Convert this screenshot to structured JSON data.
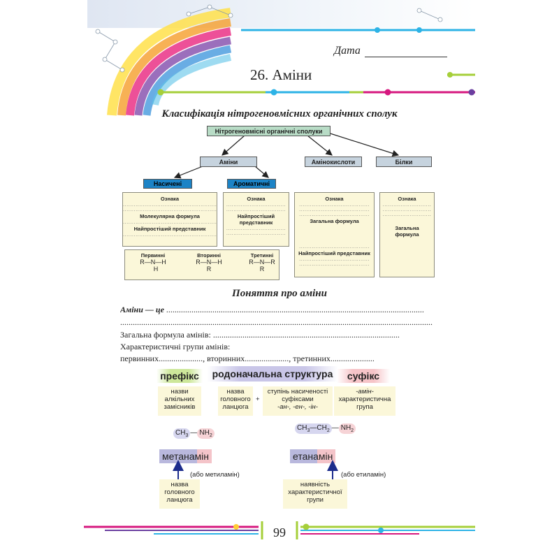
{
  "header": {
    "date_label": "Дата",
    "title": "26. Аміни"
  },
  "classification": {
    "heading": "Класифікація нітрогеновмісних органічних сполук",
    "root": "Нітрогеновмісні органічні сполуки",
    "level1": [
      "Аміни",
      "Амінокислоти",
      "Білки"
    ],
    "level2": [
      "Насичені",
      "Ароматичні"
    ],
    "cards": {
      "saturated": [
        "Ознака",
        "Молекулярна формула",
        "Найпростіший представник"
      ],
      "aromatic": [
        "Ознака",
        "Найпростіший",
        "представник"
      ],
      "aminoacids": [
        "Ознака",
        "Загальна формула",
        "Найпростіший представник"
      ],
      "proteins": [
        "Ознака",
        "Загальна",
        "формула"
      ]
    },
    "amine_types": {
      "primary": {
        "name": "Первинні",
        "top": "R—N—H",
        "bottom": "H"
      },
      "secondary": {
        "name": "Вторинні",
        "top": "R—N—H",
        "bottom": "R"
      },
      "tertiary": {
        "name": "Третинні",
        "top": "R—N—R",
        "bottom": "R"
      }
    }
  },
  "concept": {
    "heading": "Поняття про аміни",
    "definition_label": "Аміни — це",
    "general_formula_label": "Загальна формула амінів:",
    "groups_label": "Характеристичні групи амінів:",
    "primary": "первинних",
    "secondary": "вторинних",
    "tertiary": "третинних"
  },
  "naming": {
    "prefix": {
      "title": "префікс",
      "text": [
        "назви",
        "алкільних",
        "замісників"
      ]
    },
    "parent": {
      "title": "родоначальна структура",
      "text1": [
        "назва",
        "головного",
        "ланцюга"
      ],
      "plus": "+",
      "text2": [
        "ступінь насиченості",
        "суфіксами"
      ],
      "suffixes": "-ан-, -ен-, -ін-"
    },
    "suffix": {
      "title": "суфікс",
      "text": [
        "-амін-",
        "характеристична",
        "група"
      ]
    },
    "ex1": {
      "formula_a": "CH",
      "sub_a": "3",
      "bond": "—",
      "formula_b": "NH",
      "sub_b": "2",
      "name": "метанамін",
      "alt": "(або метиламін)",
      "note": [
        "назва",
        "головного",
        "ланцюга"
      ]
    },
    "ex2": {
      "formula_a": "CH",
      "sub_a": "3",
      "formula_m": "CH",
      "sub_m": "2",
      "formula_b": "NH",
      "sub_b": "2",
      "bond": "—",
      "name": "етанамін",
      "alt": "(або етиламін)",
      "note": [
        "наявність",
        "характеристичної",
        "групи"
      ]
    }
  },
  "footer": {
    "page": "99"
  },
  "colors": {
    "accent_green": "#a6cf3a",
    "accent_blue": "#2db3e6",
    "accent_pink": "#d6187f",
    "accent_purple": "#6a3fa0"
  }
}
